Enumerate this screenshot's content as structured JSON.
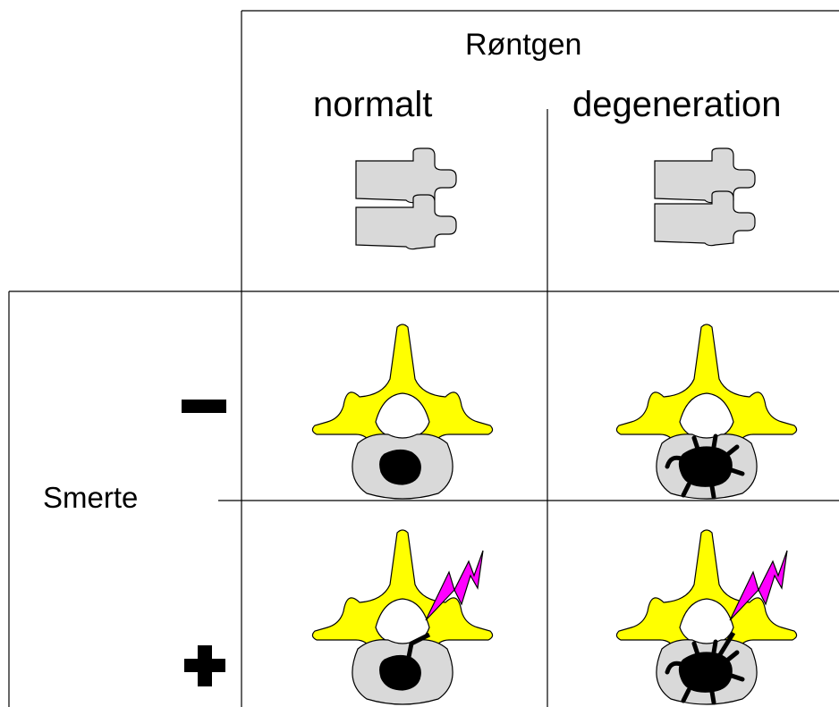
{
  "diagram": {
    "title": "Røntgen",
    "columns": [
      "normalt",
      "degeneration"
    ],
    "row_label": "Smerte",
    "rows": [
      "minus",
      "plus"
    ],
    "colors": {
      "vertebra_arch": "#ffff00",
      "vertebra_body": "#d9d9d9",
      "nucleus": "#000000",
      "pain_bolt": "#ff00ff",
      "grid_line": "#000000"
    },
    "icons": [
      "minus-sign-icon",
      "plus-sign-icon",
      "lightning-bolt-icon",
      "vertebra-side-icon",
      "vertebra-top-icon"
    ]
  }
}
